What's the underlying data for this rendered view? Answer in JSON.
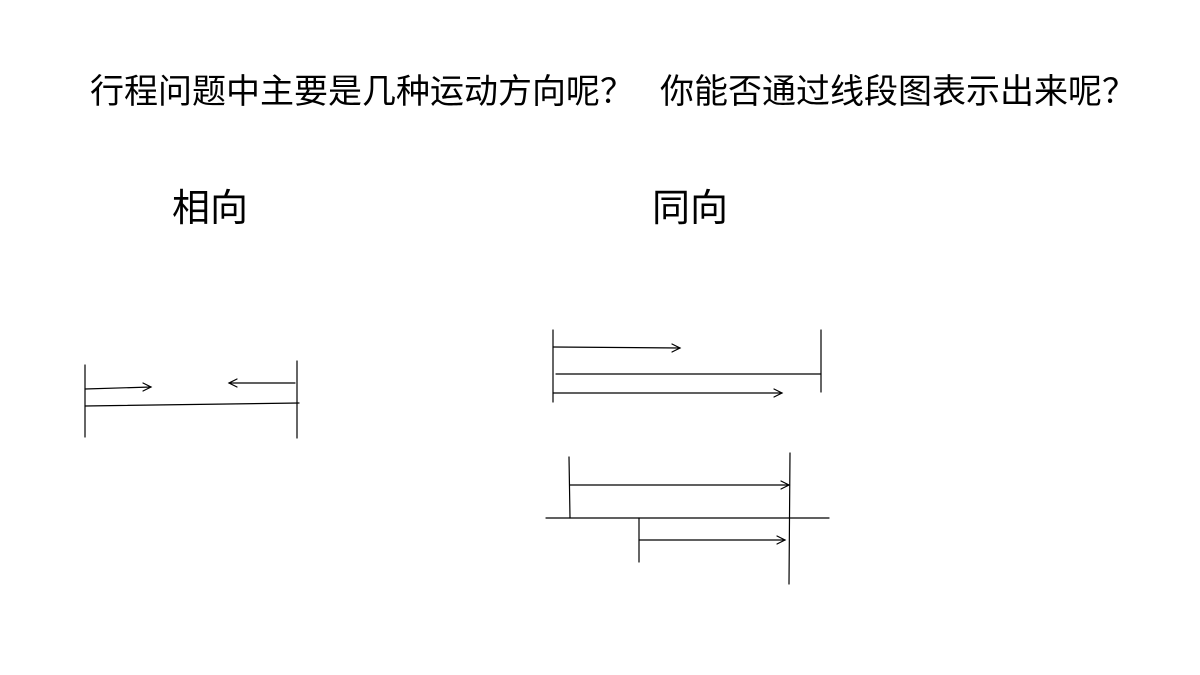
{
  "question": {
    "part1": "行程问题中主要是几种运动方向呢？",
    "part2": "你能否通过线段图表示出来呢？"
  },
  "headings": {
    "opposite": "相向",
    "same": "同向"
  },
  "colors": {
    "background": "#ffffff",
    "ink": "#000000"
  }
}
